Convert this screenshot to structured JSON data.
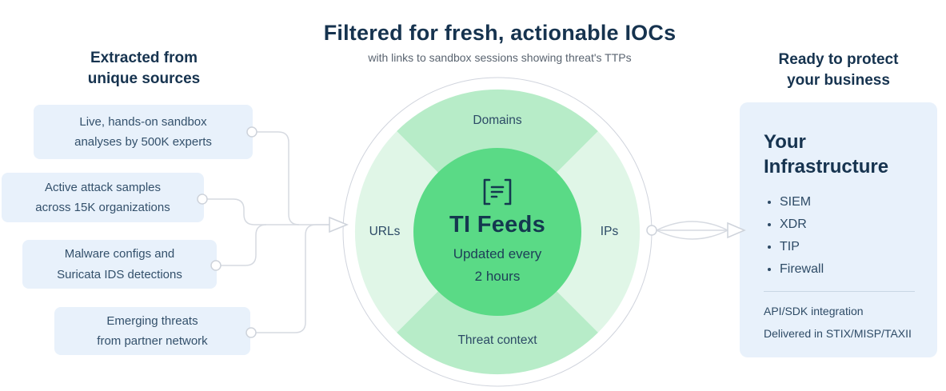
{
  "header": {
    "title": "Filtered for fresh, actionable IOCs",
    "subtitle": "with links to sandbox sessions showing threat's TTPs"
  },
  "sources": {
    "heading_line1": "Extracted from",
    "heading_line2": "unique sources",
    "items": [
      {
        "line1": "Live, hands-on sandbox",
        "line2": "analyses by 500K experts"
      },
      {
        "line1": "Active attack samples",
        "line2": "across 15K organizations"
      },
      {
        "line1": "Malware configs and",
        "line2": "Suricata IDS detections"
      },
      {
        "line1": "Emerging threats",
        "line2": "from partner network"
      }
    ]
  },
  "hub": {
    "segments": {
      "top": "Domains",
      "left": "URLs",
      "right": "IPs",
      "bottom": "Threat context"
    },
    "icon": "feed-lines-in-brackets-icon",
    "title": "TI Feeds",
    "subtitle_line1": "Updated every",
    "subtitle_line2": "2 hours"
  },
  "destination": {
    "heading_line1": "Ready to protect",
    "heading_line2": "your business",
    "box_title": "Your Infrastructure",
    "items": [
      "SIEM",
      "XDR",
      "TIP",
      "Firewall"
    ],
    "notes": [
      "API/SDK integration",
      "Delivered in STIX/MISP/TAXII"
    ]
  },
  "colors": {
    "navy_text": "#16334f",
    "body_text": "#33506b",
    "muted_text": "#5a6470",
    "card_blue": "#e8f1fb",
    "hub_green": "#5ada86",
    "ring_green_medium": "#b7ecc8",
    "ring_green_light": "#e0f6e7",
    "outer_circle_gray": "#d0d4dd",
    "connector_gray": "#d6dae1"
  }
}
